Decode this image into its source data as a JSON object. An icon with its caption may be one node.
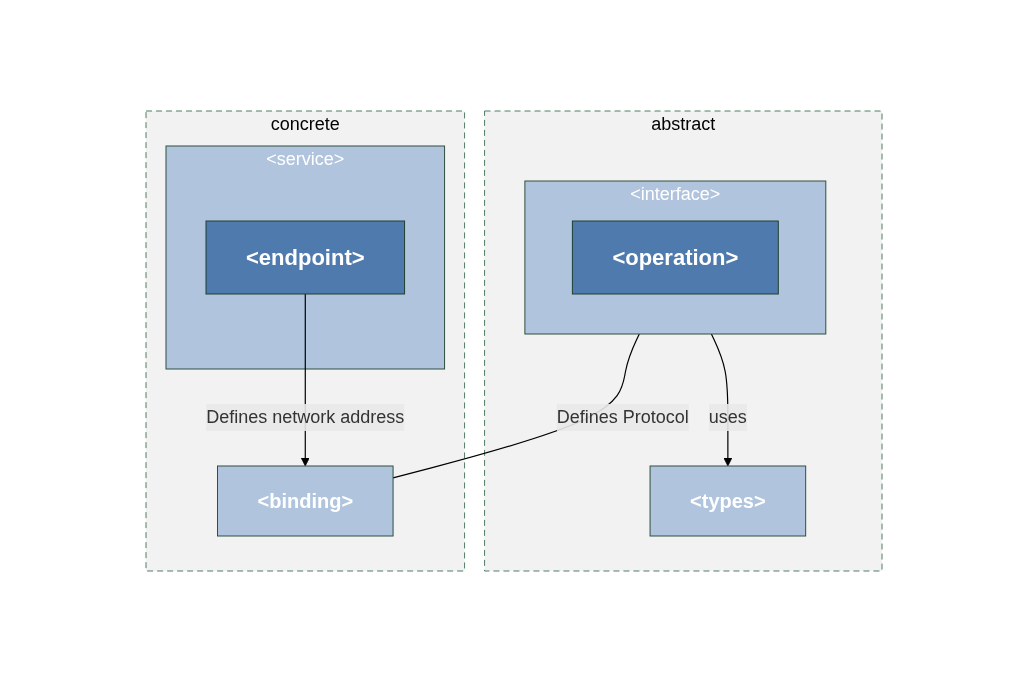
{
  "diagram": {
    "nodes": [
      {
        "text": [
          "abstract"
        ]
      },
      {
        "text": [
          "<types>"
        ],
        "in": 0
      },
      {
        "text": [
          "<interface>"
        ],
        "in": 0
      },
      {
        "text": [
          "<operation>"
        ],
        "in": 2
      },
      {
        "text": [
          "concrete"
        ]
      },
      {
        "text": [
          "<service>"
        ],
        "in": 4
      },
      {
        "text": [
          "<endpoint>"
        ],
        "in": 5
      },
      {
        "text": [
          "<binding>"
        ],
        "in": 4
      }
    ],
    "edges": [
      {
        "from": 2,
        "to": 1,
        "arrow": "to",
        "label": "uses"
      },
      {
        "from": 2,
        "to": 7,
        "arrow": "none",
        "label": "Defines Protocol"
      },
      {
        "from": 6,
        "to": 7,
        "arrow": "to",
        "label": "Defines network address"
      }
    ]
  }
}
